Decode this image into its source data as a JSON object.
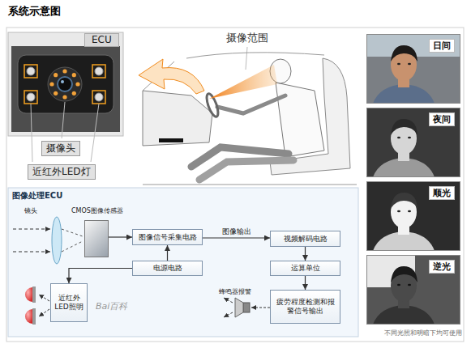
{
  "diagram": {
    "title": "系统示意图",
    "caption": "不同光照和明暗下均可使用",
    "nodes": [
      {
        "text": [
          "图像处理ECU"
        ]
      },
      {
        "text": [
          "CMOS图像传感器"
        ],
        "in": 0
      },
      {
        "text": [
          "图像信号采集电路"
        ],
        "in": 0
      },
      {
        "text": [
          "视频解码电路"
        ],
        "in": 0
      },
      {
        "text": [
          "电源电路"
        ],
        "in": 0
      },
      {
        "text": [
          "运算单位"
        ],
        "in": 0
      },
      {
        "text": [
          "近红外LED照明"
        ],
        "in": 0
      },
      {
        "text": [
          "疲劳程度检测和报警信号输出"
        ],
        "in": 0
      },
      {
        "text": [
          "日间"
        ]
      },
      {
        "text": [
          "夜间"
        ]
      },
      {
        "text": [
          "顺光"
        ]
      },
      {
        "text": [
          "逆光"
        ]
      }
    ],
    "edges": [
      {
        "from": 1,
        "to": 2,
        "arrow": "to"
      },
      {
        "from": 2,
        "to": 3,
        "label": "图像输出",
        "arrow": "to"
      },
      {
        "from": 4,
        "to": 2,
        "arrow": "to"
      },
      {
        "from": 3,
        "to": 5,
        "arrow": "to"
      },
      {
        "from": 5,
        "to": 7,
        "arrow": "to"
      },
      {
        "from": 4,
        "to": 6,
        "arrow": "to"
      }
    ],
    "labels": [
      "ECU",
      "摄像头",
      "近红外LED灯",
      "摄像范围",
      "镜头",
      "蜂鸣器报警",
      "Bai百科"
    ]
  }
}
